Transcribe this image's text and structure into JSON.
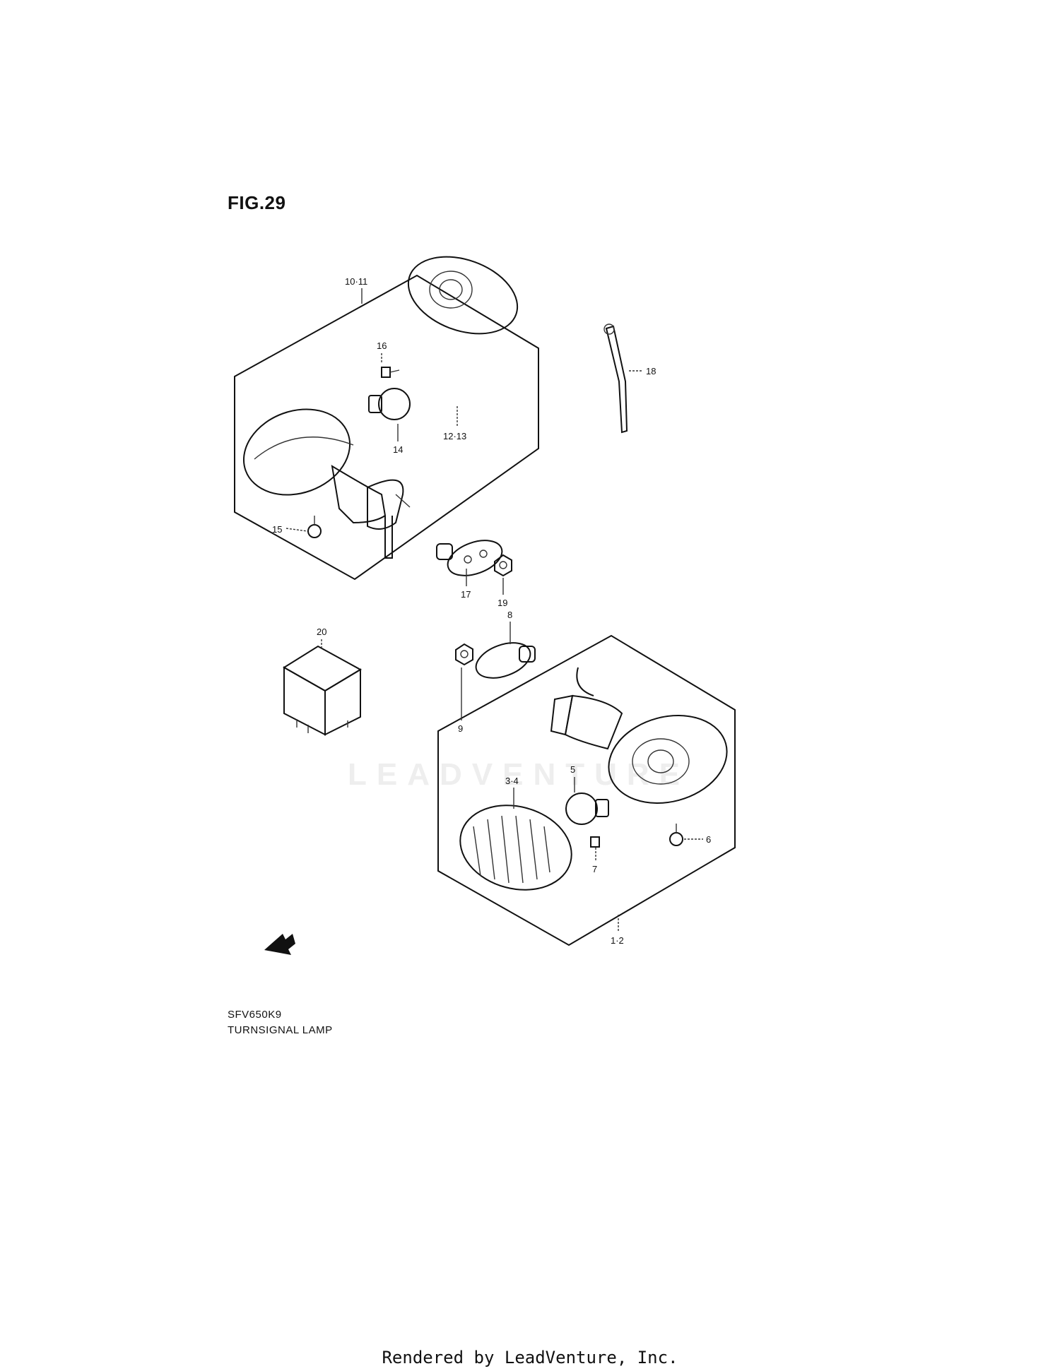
{
  "figure": {
    "title": "FIG.29"
  },
  "model": "SFV650K9",
  "section": "TURNSIGNAL LAMP",
  "footer": "Rendered by LeadVenture, Inc.",
  "watermark": "LEADVENTURE",
  "callouts": {
    "c10_11": "10·11",
    "c16": "16",
    "c14": "14",
    "c12_13": "12·13",
    "c15": "15",
    "c18": "18",
    "c17": "17",
    "c19": "19",
    "c20": "20",
    "c8": "8",
    "c9": "9",
    "c3_4": "3·4",
    "c5": "5",
    "c6": "6",
    "c7": "7",
    "c1_2": "1·2"
  }
}
